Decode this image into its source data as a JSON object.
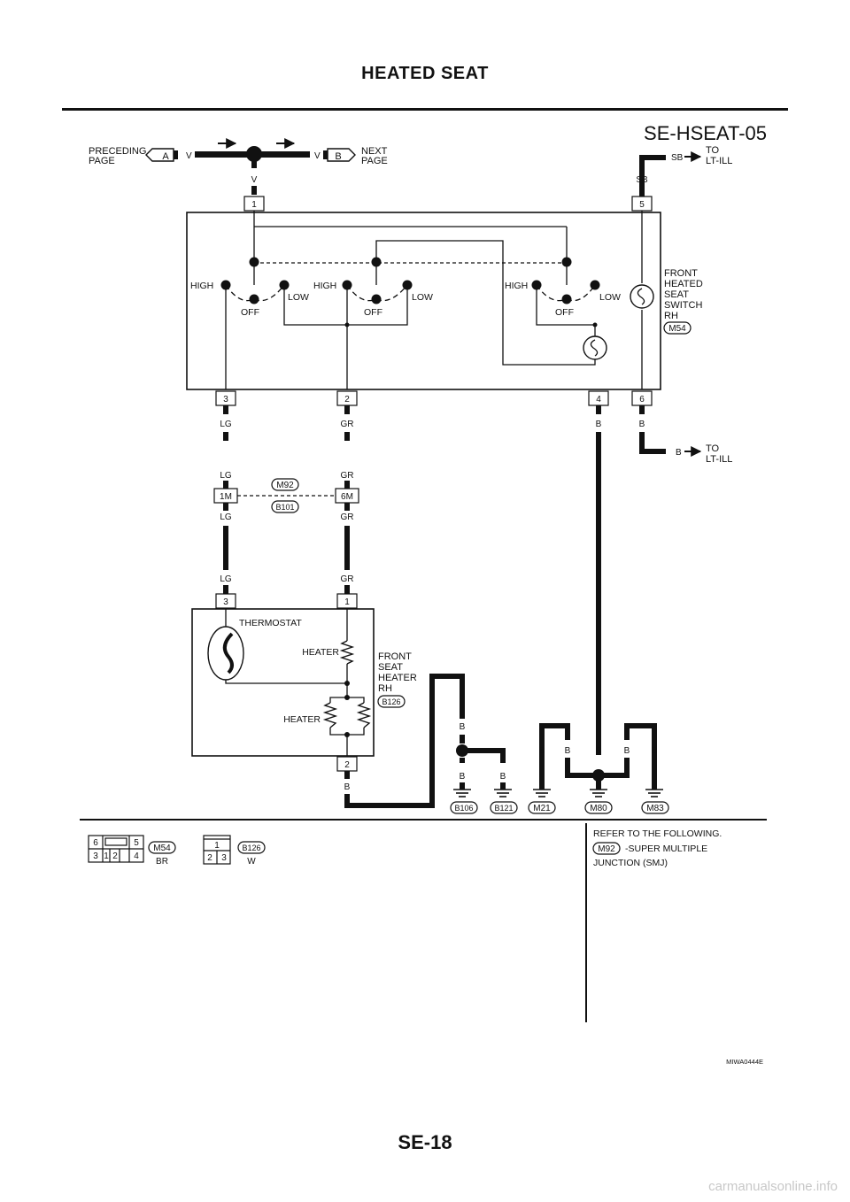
{
  "page": {
    "title": "HEATED SEAT",
    "diagram_id": "SE-HSEAT-05",
    "page_number": "SE-18",
    "image_code": "MIWA0444E",
    "watermark": "carmanualsonline.info"
  },
  "nav": {
    "preceding": [
      "PRECEDING",
      "PAGE"
    ],
    "next": [
      "NEXT",
      "PAGE"
    ],
    "ref_a": "A",
    "ref_b": "B",
    "wire_v": "V"
  },
  "to_lt_ill": [
    "TO",
    "LT-ILL"
  ],
  "switch": {
    "name": [
      "FRONT",
      "HEATED",
      "SEAT",
      "SWITCH",
      "RH"
    ],
    "connector": "M54",
    "positions": {
      "high": "HIGH",
      "low": "LOW",
      "off": "OFF"
    },
    "pins_top": [
      "1",
      "5"
    ],
    "pins_bottom": [
      "3",
      "2",
      "4",
      "6"
    ]
  },
  "wires": {
    "lg": "LG",
    "gr": "GR",
    "b": "B",
    "sb": "SB",
    "v": "V"
  },
  "junction": {
    "top": "M92",
    "bottom": "B101",
    "pins": [
      "1M",
      "6M"
    ]
  },
  "heater": {
    "name": [
      "FRONT",
      "SEAT",
      "HEATER",
      "RH"
    ],
    "connector": "B126",
    "thermostat": "THERMOSTAT",
    "heater_label": "HEATER",
    "pins_top": [
      "3",
      "1"
    ],
    "pin_bottom": "2"
  },
  "grounds": [
    "B106",
    "B121",
    "M21",
    "M80",
    "M83"
  ],
  "connector_views": [
    {
      "id": "M54",
      "color": "BR",
      "pins": [
        "6",
        "5",
        "3",
        "1",
        "2",
        "4"
      ]
    },
    {
      "id": "B126",
      "color": "W",
      "pins": [
        "1",
        "2",
        "3"
      ]
    }
  ],
  "reference": {
    "heading": "REFER TO THE FOLLOWING.",
    "connector": "M92",
    "text": "-SUPER MULTIPLE",
    "text2": "JUNCTION (SMJ)"
  },
  "colors": {
    "ink": "#111111",
    "watermark": "#c8c8c8"
  }
}
